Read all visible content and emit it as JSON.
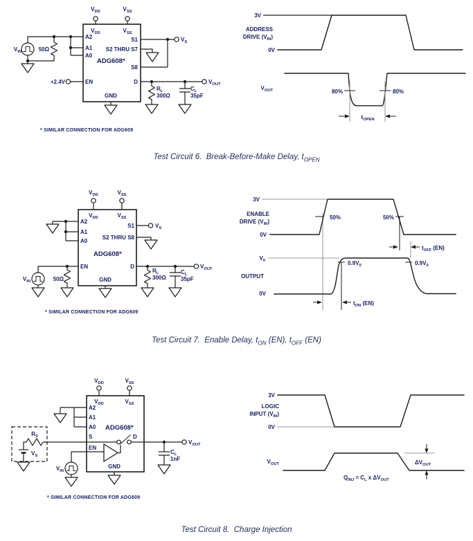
{
  "palette": {
    "line": "#1c1c1c",
    "gray": "#9a9a9a",
    "text": "#141b5e",
    "caption": "#232c55",
    "bg": "#ffffff"
  },
  "circuit6": {
    "vdd_top": "V|DD",
    "vss_top": "V|SS",
    "vdd_pin": "V|DD",
    "vss_pin": "V|SS",
    "a2": "A2",
    "a1": "A1",
    "a0": "A0",
    "en": "EN",
    "gnd": "GND",
    "s1": "S1",
    "s2s7": "S2 THRU S7",
    "s8": "S8",
    "d": "D",
    "part": "ADG608*",
    "vin": "V|IN",
    "rin": "50Ω",
    "en_bias": "+2.4V",
    "vs": "V|S",
    "rl": "R|L",
    "rl_val": "300Ω",
    "cl": "C|L",
    "cl_val": "35pF",
    "vout": "V|OUT",
    "note": "* SIMILAR CONNECTION FOR ADG609"
  },
  "wave6": {
    "high": "3V",
    "low": "0V",
    "sig1": "ADDRESS",
    "sig2": "DRIVE (V|IN|)",
    "sig_out": "V|OUT",
    "pct_l": "80%",
    "pct_r": "80%",
    "t": "t|OPEN"
  },
  "caption6": "Test Circuit 6.  Break-Before-Make Delay, t|OPEN",
  "circuit7": {
    "vdd_top": "V|DD",
    "vss_top": "V|SS",
    "vdd_pin": "V|DD",
    "vss_pin": "V|SS",
    "a2": "A2",
    "a1": "A1",
    "a0": "A0",
    "en": "EN",
    "gnd": "GND",
    "s1": "S1",
    "s2s8": "S2 THRU S8",
    "d": "D",
    "part": "ADG608*",
    "vin": "V|IN",
    "rin": "50Ω",
    "vs": "V|S",
    "rl": "R|L",
    "rl_val": "300Ω",
    "cl": "C|L",
    "cl_val": "35pF",
    "vout": "V|OUT",
    "note": "* SIMILAR CONNECTION FOR ADG609"
  },
  "wave7": {
    "high": "3V",
    "low0": "0V",
    "sig1": "ENABLE",
    "sig2": "DRIVE (V|IN|)",
    "pct_l": "50%",
    "pct_r": "50%",
    "v0": "V|0",
    "low_out": "0V",
    "sig_out": "OUTPUT",
    "lvl_l": "0.9V|0",
    "lvl_r": "0.9V|0",
    "t_on": "t|ON| (EN)",
    "t_off": "t|OFF| (EN)"
  },
  "caption7": "Test Circuit 7.  Enable Delay, t|ON| (EN), t|OFF| (EN)",
  "circuit8": {
    "vdd_top": "V|DD",
    "vss_top": "V|SS",
    "vdd_pin": "V|DD",
    "vss_pin": "V|SS",
    "a2": "A2",
    "a1": "A1",
    "a0": "A0",
    "part": "ADG608*",
    "s": "S",
    "en": "EN",
    "d": "D",
    "gnd": "GND",
    "rs": "R|S",
    "vs": "V|S",
    "vin": "V|IN",
    "cl": "C|L",
    "cl_val": "1nF",
    "vout": "V|OUT",
    "note": "* SIMILAR CONNECTION FOR ADG609"
  },
  "wave8": {
    "high": "3V",
    "low": "0V",
    "sig1": "LOGIC",
    "sig2": "INPUT (V|IN|)",
    "sig_out": "V|OUT",
    "delta": "ΔV|OUT",
    "eq": "Q|INJ| = C|L| x ΔV|OUT"
  },
  "caption8": "Test Circuit 8.  Charge Injection"
}
